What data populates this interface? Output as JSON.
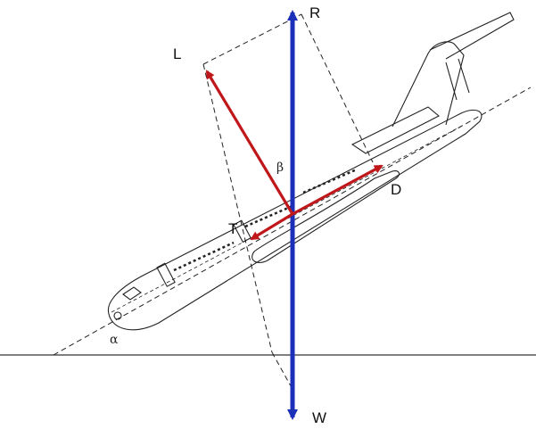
{
  "labels": {
    "lift": "L",
    "resultant": "R",
    "weight": "W",
    "drag": "D",
    "thrust": "T",
    "beta": "β",
    "alpha": "α"
  },
  "colors": {
    "force_primary": "#c0171b",
    "force_vertical": "#1c2fb8",
    "ground": "#444444",
    "outline": "#222222"
  }
}
